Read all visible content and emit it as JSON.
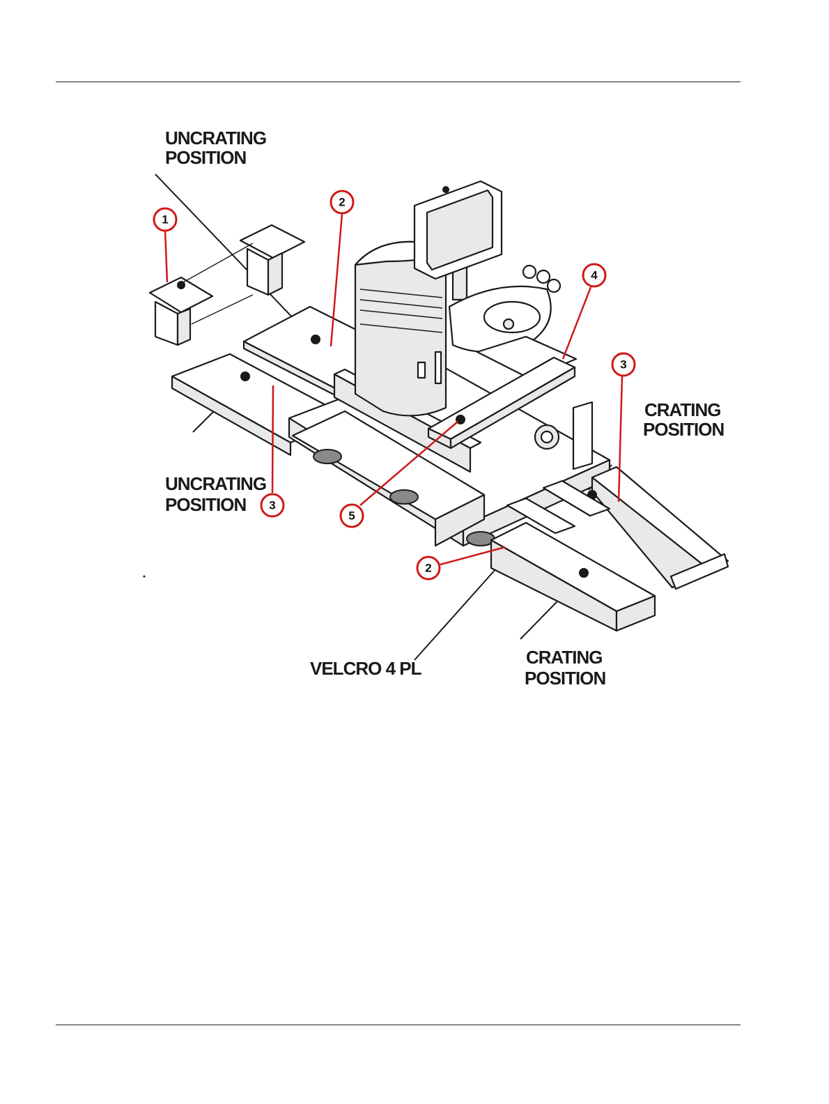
{
  "labels": {
    "uncrating_top_line1": "UNCRATING",
    "uncrating_top_line2": "POSITION",
    "uncrating_bottom_line1": "UNCRATING",
    "uncrating_bottom_line2": "POSITION",
    "crating_right_line1": "CRATING",
    "crating_right_line2": "POSITION",
    "crating_bottom_line1": "CRATING",
    "crating_bottom_line2": "POSITION",
    "velcro": "VELCRO 4 PL"
  },
  "callouts": {
    "c1": "1",
    "c2_top": "2",
    "c2_bottom": "2",
    "c3_right": "3",
    "c3_bottom": "3",
    "c4": "4",
    "c5": "5"
  },
  "colors": {
    "callout_red": "#d01818",
    "line_art": "#1a1a1a"
  }
}
